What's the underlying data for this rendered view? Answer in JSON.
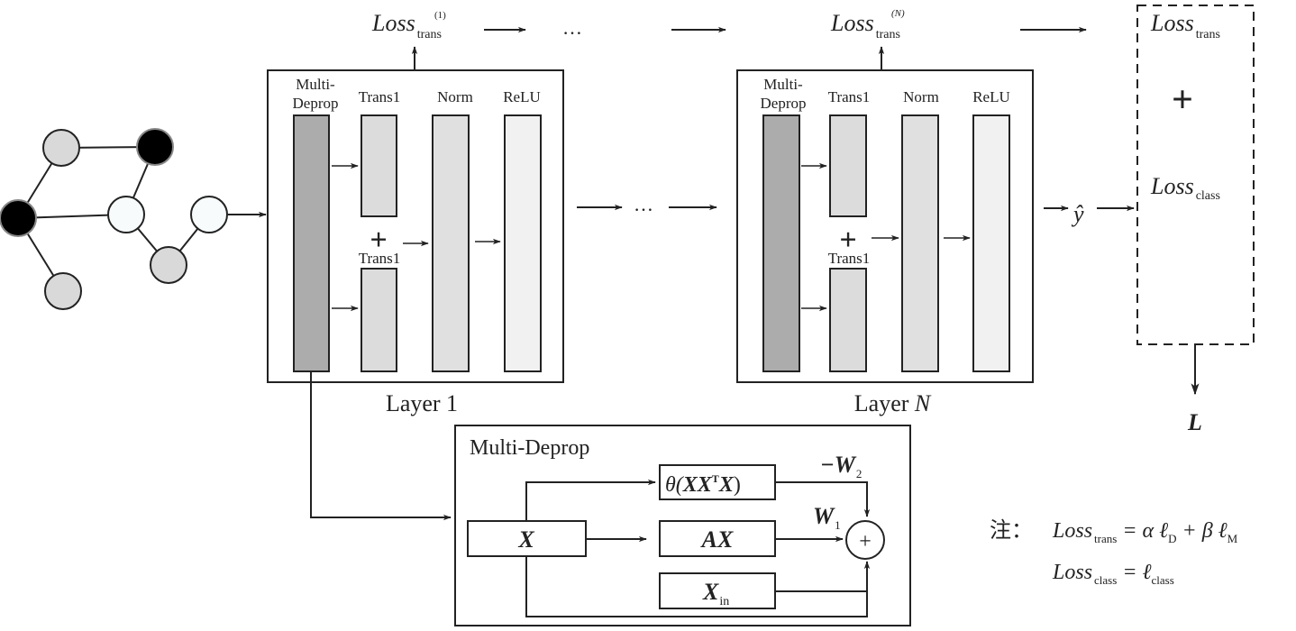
{
  "loss_top": {
    "loss_word": "Loss",
    "trans_sub": "trans",
    "sup_1": "(1)",
    "sup_n": "(N)",
    "ellipsis": "…"
  },
  "layer1": {
    "title": "Layer 1",
    "col1_line1": "Multi-",
    "col1_line2": "Deprop",
    "col2": "Trans1",
    "col3": "Norm",
    "col4": "ReLU",
    "trans1_lower": "Trans1",
    "plus": "+"
  },
  "layerN": {
    "title_prefix": "Layer ",
    "title_var": "N",
    "col1_line1": "Multi-",
    "col1_line2": "Deprop",
    "col2": "Trans1",
    "col3": "Norm",
    "col4": "ReLU",
    "trans1_lower": "Trans1",
    "plus": "+"
  },
  "middle_ellipsis": "…",
  "output": {
    "y_hat": "ŷ",
    "loss_word": "Loss",
    "trans_sub": "trans",
    "class_sub": "class",
    "plus": "+",
    "L": "L"
  },
  "multideprop": {
    "title": "Multi-Deprop",
    "x": "X",
    "theta": "θ(",
    "theta_xx": "XX",
    "theta_T": "T",
    "theta_x": "X",
    "theta_close": ")",
    "ax": "AX",
    "xin_x": "X",
    "xin_sub": "in",
    "minus_w2": "−W",
    "w2_sub": "2",
    "w1": "W",
    "w1_sub": "1",
    "sum": "+"
  },
  "note": {
    "prefix": "注：",
    "line1_loss": "Loss",
    "line1_sub": "trans",
    "line1_eq": " = α ℓ",
    "line1_D": "D",
    "line1_plus": " + β ℓ",
    "line1_M": "M",
    "line2_loss": "Loss",
    "line2_sub": "class",
    "line2_eq": " = ℓ",
    "line2_class": "class"
  },
  "colors": {
    "deprop_fill": "#acacac",
    "trans_fill": "#dcdcdc",
    "norm_fill": "#e0e0e0",
    "relu_fill": "#f1f1f1",
    "node_gray": "#d9d9d9",
    "node_black": "#000000",
    "node_white": "#f7fbfb"
  }
}
